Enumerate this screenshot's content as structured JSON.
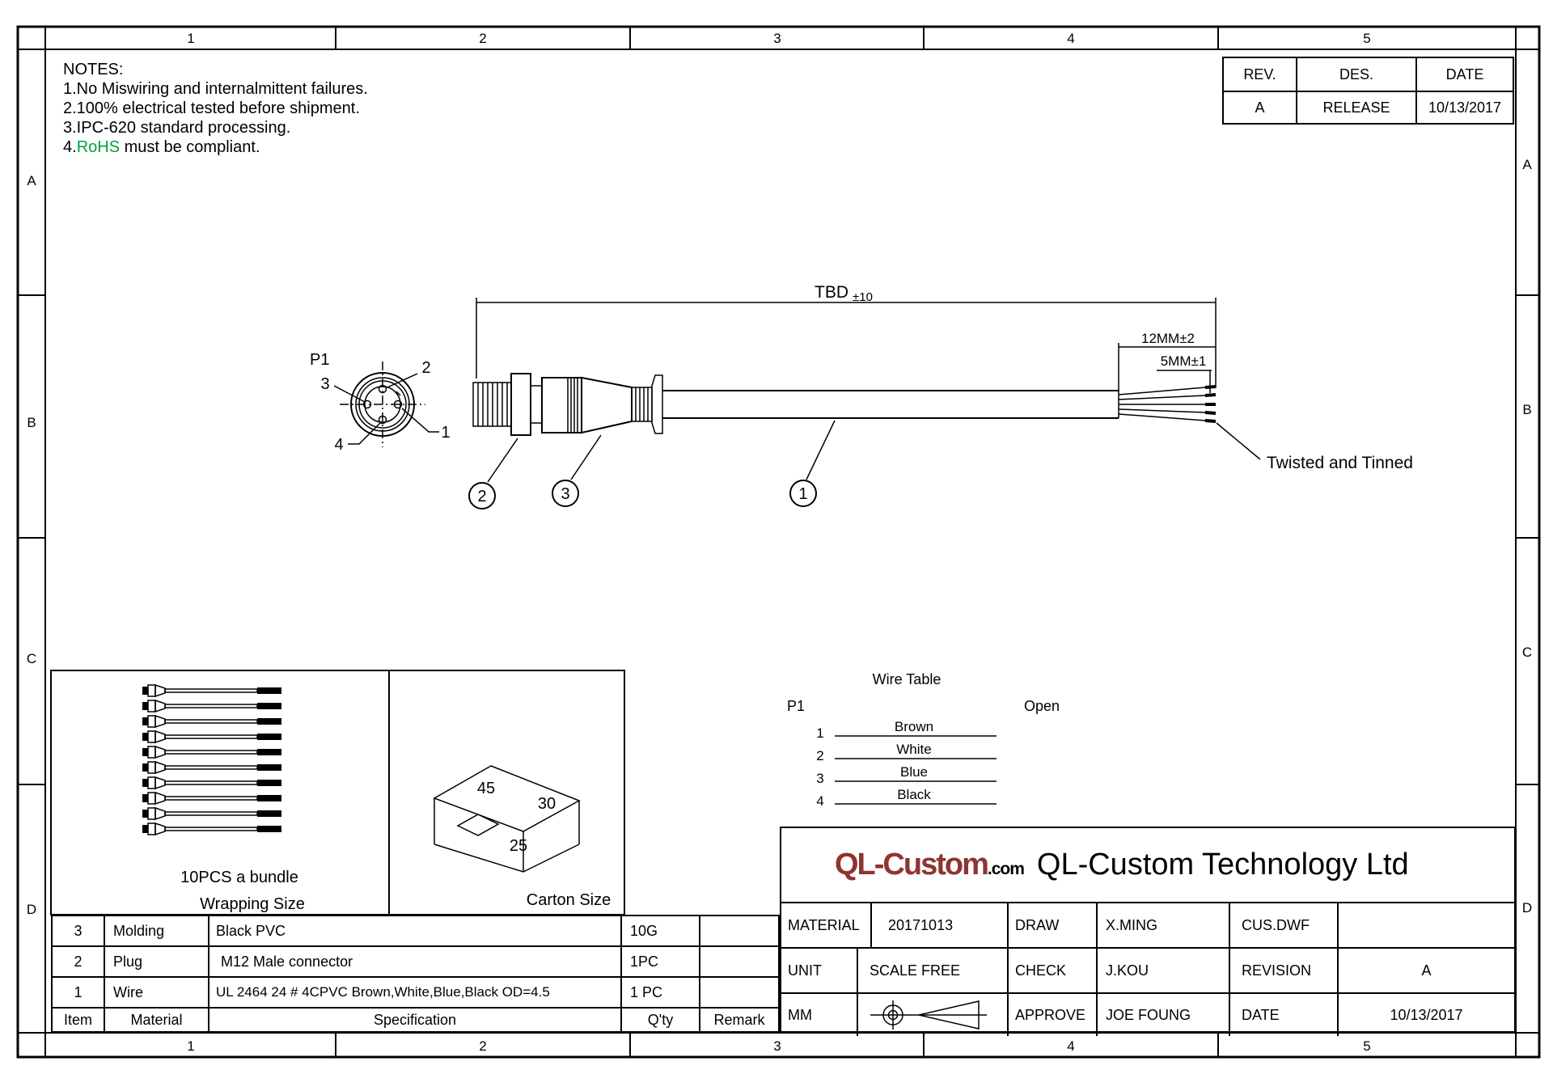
{
  "sheet": {
    "zone_numbers": [
      "1",
      "2",
      "3",
      "4",
      "5"
    ],
    "zone_letters": [
      "A",
      "B",
      "C",
      "D"
    ]
  },
  "notes": {
    "title": "NOTES:",
    "line1": "1.No Miswiring and internalmittent failures.",
    "line2": "2.100% electrical tested before shipment.",
    "line3": "3.IPC-620 standard processing.",
    "line4_prefix": "4.",
    "line4_rohs": "RoHS",
    "line4_suffix": " must be compliant."
  },
  "revision_table": {
    "rev_header": "REV.",
    "des_header": "DES.",
    "date_header": "DATE",
    "rev": "A",
    "des": "RELEASE",
    "date": "10/13/2017"
  },
  "drawing": {
    "p1_label": "P1",
    "pin_top": "2",
    "pin_left": "3",
    "pin_right": "1",
    "pin_bottom": "4",
    "dim_length": "TBD",
    "dim_length_tol": "±10",
    "dim_strip": "12MM±2",
    "dim_tin": "5MM±1",
    "end_note": "Twisted and Tinned",
    "balloon_1": "1",
    "balloon_2": "2",
    "balloon_3": "3"
  },
  "wire_table": {
    "title": "Wire Table",
    "left_label": "P1",
    "right_label": "Open",
    "rows": [
      {
        "pin": "1",
        "color": "Brown"
      },
      {
        "pin": "2",
        "color": "White"
      },
      {
        "pin": "3",
        "color": "Blue"
      },
      {
        "pin": "4",
        "color": "Black"
      }
    ]
  },
  "packaging": {
    "bundle_note": "10PCS a bundle",
    "wrapping_label": "Wrapping Size",
    "carton_label": "Carton Size",
    "carton_length": "45",
    "carton_width": "30",
    "carton_height": "25"
  },
  "bom": {
    "header": {
      "item": "Item",
      "material": "Material",
      "spec": "Specification",
      "qty": "Q'ty",
      "remark": "Remark"
    },
    "rows": [
      {
        "item": "3",
        "material": "Molding",
        "spec": "Black PVC",
        "qty": "10G",
        "remark": ""
      },
      {
        "item": "2",
        "material": "Plug",
        "spec": "M12 Male connector",
        "qty": "1PC",
        "remark": ""
      },
      {
        "item": "1",
        "material": "Wire",
        "spec": "UL 2464 24 # 4CPVC Brown,White,Blue,Black OD=4.5",
        "qty": "1 PC",
        "remark": ""
      }
    ]
  },
  "title_block": {
    "logo_text": "QL-Custom",
    "logo_tld": ".com",
    "company_name": "QL-Custom Technology Ltd",
    "material_label": "MATERIAL",
    "material_value": "20171013",
    "draw_label": "DRAW",
    "draw_value": "X.MING",
    "cus_label": "CUS.DWF",
    "unit_label": "UNIT",
    "unit_value": "MM",
    "scale_label": "SCALE FREE",
    "check_label": "CHECK",
    "check_value": "J.KOU",
    "revision_label": "REVISION",
    "revision_value": "A",
    "approve_label": "APPROVE",
    "approve_value": "JOE FOUNG",
    "date_label": "DATE",
    "date_value": "10/13/2017"
  },
  "colors": {
    "line": "#000000",
    "rohs_green": "#00a33e",
    "logo_red": "#8e3431"
  }
}
